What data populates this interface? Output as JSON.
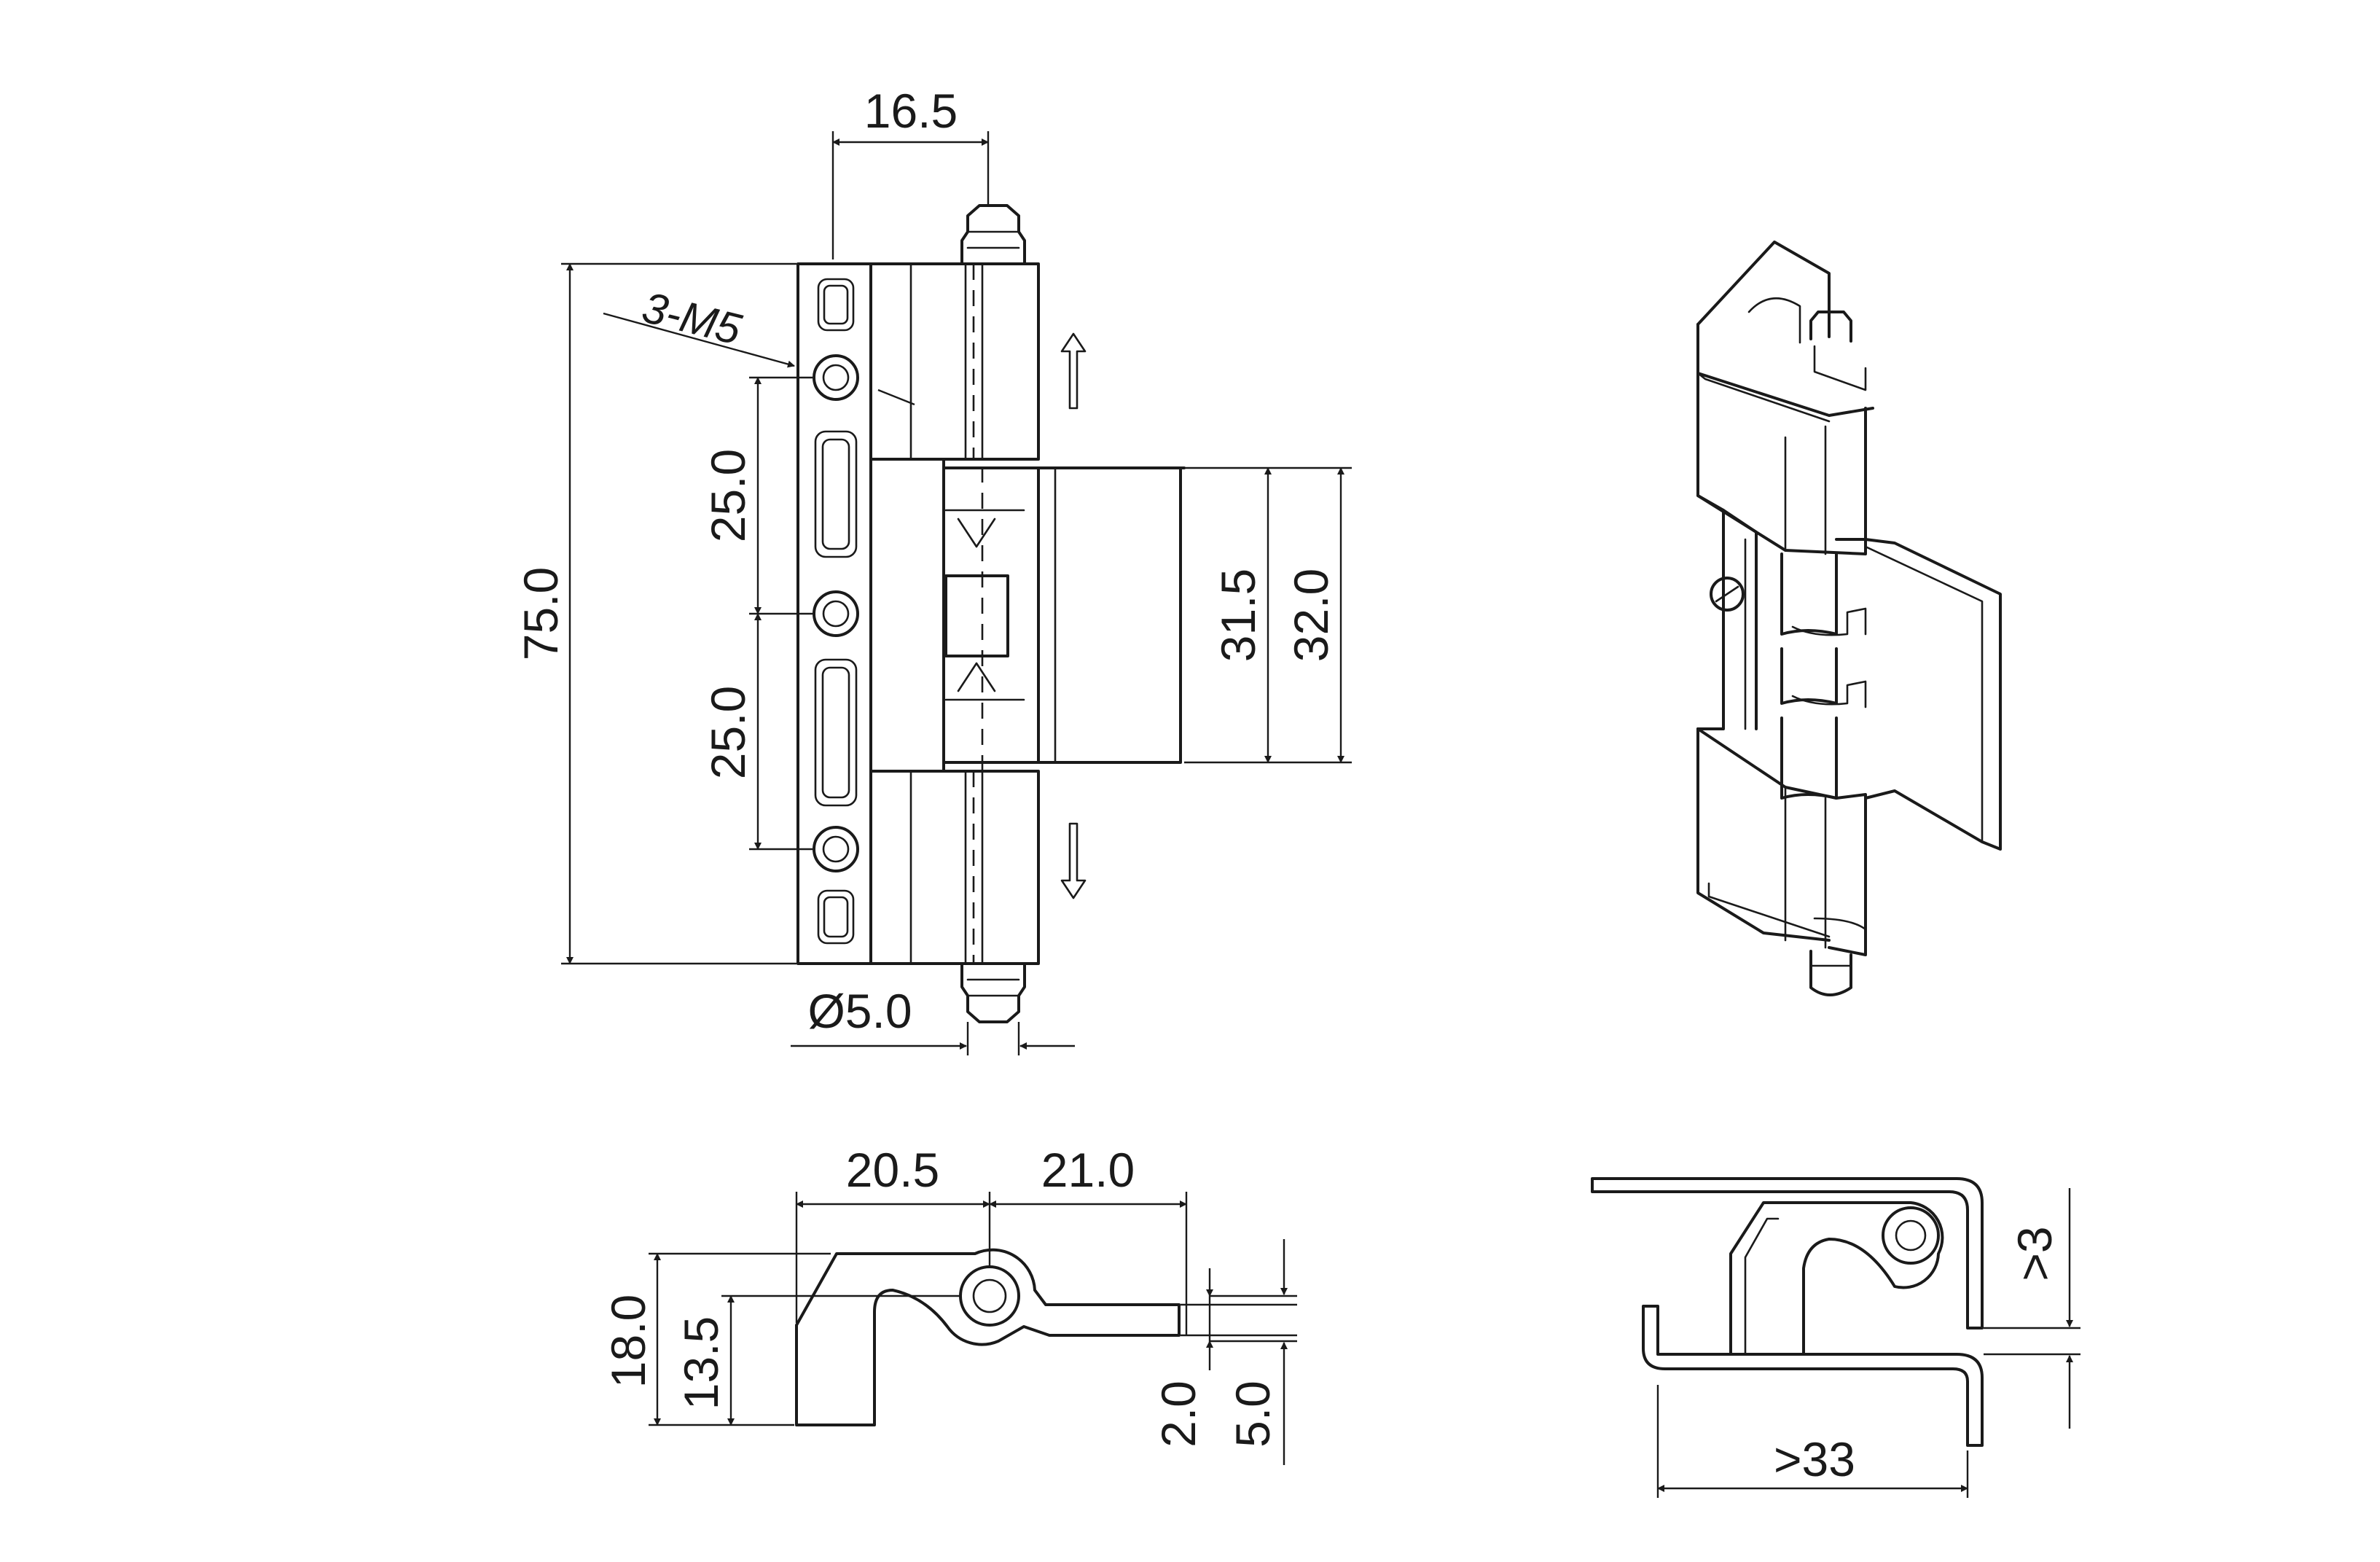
{
  "dimensions": {
    "front": {
      "pin_offset": "16.5",
      "thread": "3-M5",
      "hole_pitch_upper": "25.0",
      "hole_pitch_lower": "25.0",
      "total_height": "75.0",
      "wing_height_inner": "31.5",
      "wing_height_outer": "32.0",
      "pin_diameter": "Ø5.0"
    },
    "side": {
      "width_left": "20.5",
      "width_right": "21.0",
      "height_total": "18.0",
      "height_axis": "13.5",
      "leaf_thickness": "2.0",
      "leaf_offset": "5.0"
    },
    "mounted": {
      "gap": ">3",
      "min_width": ">33"
    }
  }
}
